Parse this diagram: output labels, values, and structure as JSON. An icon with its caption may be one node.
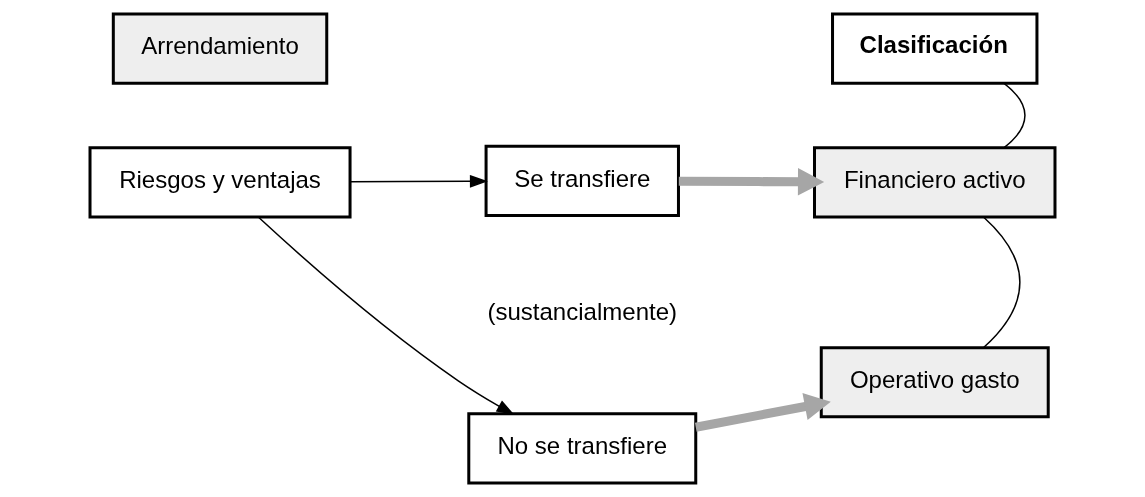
{
  "diagram": {
    "nodes": [
      {
        "text": [
          "Arrendamiento"
        ]
      },
      {
        "text": [
          "Clasificación"
        ]
      },
      {
        "text": [
          "Riesgos y ventajas"
        ]
      },
      {
        "text": [
          "Se transfiere"
        ]
      },
      {
        "text": [
          "Financiero activo"
        ]
      },
      {
        "text": [
          "No se transfiere"
        ]
      },
      {
        "text": [
          "Operativo gasto"
        ]
      }
    ],
    "edges": [
      {
        "from": 2,
        "to": 3,
        "arrow": "to"
      },
      {
        "from": 2,
        "to": 5,
        "arrow": "to"
      },
      {
        "from": 3,
        "to": 4,
        "arrow": "to",
        "style": "thick",
        "color": "#a6a6a6"
      },
      {
        "from": 5,
        "to": 6,
        "arrow": "to",
        "style": "thick",
        "color": "#a6a6a6"
      },
      {
        "from": 1,
        "to": 4,
        "arrow": "none"
      },
      {
        "from": 4,
        "to": 6,
        "arrow": "none"
      }
    ],
    "labels": [
      "(sustancialmente)"
    ]
  }
}
